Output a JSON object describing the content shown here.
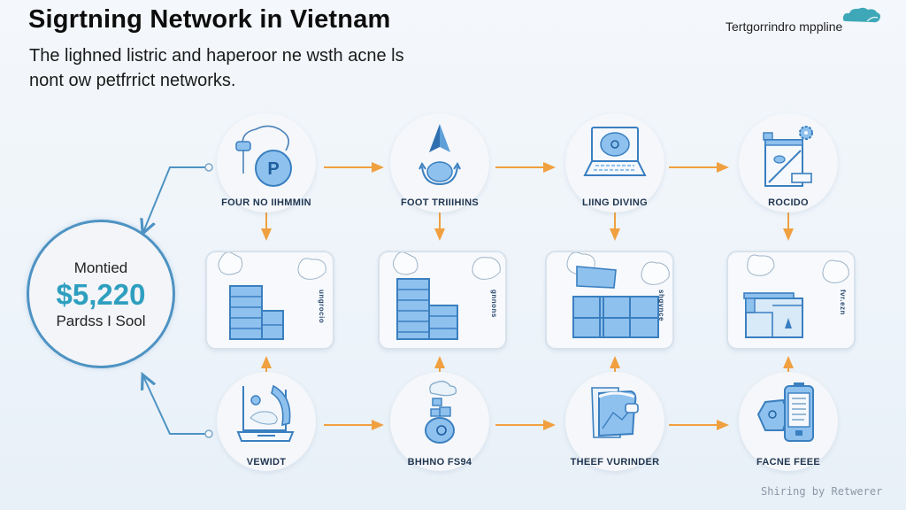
{
  "header": {
    "title": "Sigrtning Network in Vietnam",
    "subtitle": "The lighned listric and haperoor ne wsth acne ls nont ow petfrrict networks.",
    "brand": "Tertgorrindro mppline",
    "brand_icon": "cloud-logo-icon"
  },
  "hub": {
    "label_top": "Montied",
    "amount": "$5,220",
    "label_bottom": "Pardss I Sool"
  },
  "top_row": [
    {
      "label": "FOUR NO IIHMMIN",
      "icon": "user-parking-icon"
    },
    {
      "label": "FOOT TRIIIHINS",
      "icon": "navigation-arrow-icon"
    },
    {
      "label": "LIING DIVING",
      "icon": "laptop-icon"
    },
    {
      "label": "ROCIDO",
      "icon": "document-gear-icon"
    }
  ],
  "middle_row": [
    {
      "side_text": "ungrocio",
      "icon": "server-stack-icon"
    },
    {
      "side_text": "gnnons",
      "icon": "server-stack-icon"
    },
    {
      "side_text": "shgvnce",
      "icon": "grid-panels-icon"
    },
    {
      "side_text": "fvr.ezn",
      "icon": "floorplan-icon"
    }
  ],
  "bottom_row": [
    {
      "label": "VEWIDT",
      "icon": "device-icon"
    },
    {
      "label": "BHHNO FS94",
      "icon": "robot-cloud-icon"
    },
    {
      "label": "THEEF VURINDER",
      "icon": "wallet-icon"
    },
    {
      "label": "FACNE FEEE",
      "icon": "mobile-tag-icon"
    }
  ],
  "footer": "Shiring by Retwerer",
  "colors": {
    "accent_blue": "#4e93c3",
    "amount_teal": "#2f9fc0",
    "arrow_orange": "#f0a040",
    "icon_fill": "#8fc1ee",
    "icon_stroke": "#3a7fc0"
  }
}
